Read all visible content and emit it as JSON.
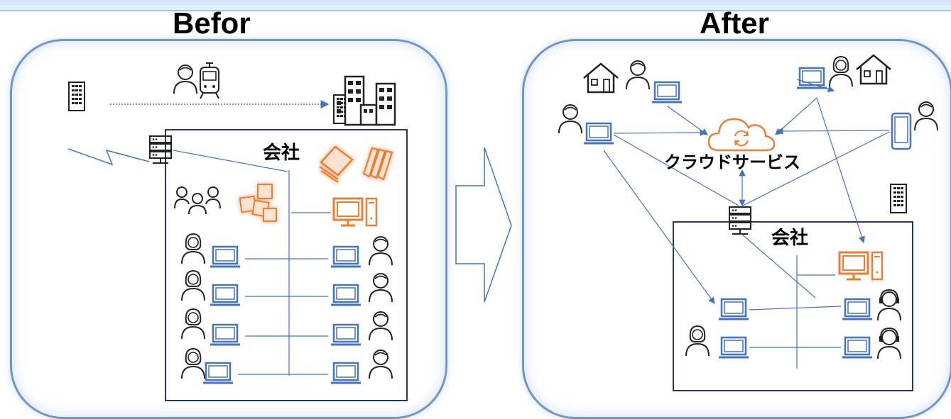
{
  "before": {
    "title": "Befor",
    "company_label": "会社"
  },
  "after": {
    "title": "After",
    "company_label": "会社",
    "cloud_label": "クラウドサービス"
  },
  "colors": {
    "line_blue": "#4472c4",
    "frame_blue": "#1f3864",
    "icon_dark": "#222222",
    "accent_orange": "#ed7d31",
    "panel_border": "#6f97cc"
  },
  "icons": [
    "office-building-icon",
    "city-buildings-icon",
    "commuter-train-icon",
    "server-icon",
    "lightning-link-icon",
    "paper-stack-icon",
    "binders-icon",
    "group-people-icon",
    "sticky-notes-icon",
    "desktop-pc-icon",
    "laptop-icon",
    "person-icon",
    "house-icon",
    "smartphone-icon",
    "cloud-sync-icon",
    "headset-operator-icon",
    "transition-arrow-icon"
  ]
}
